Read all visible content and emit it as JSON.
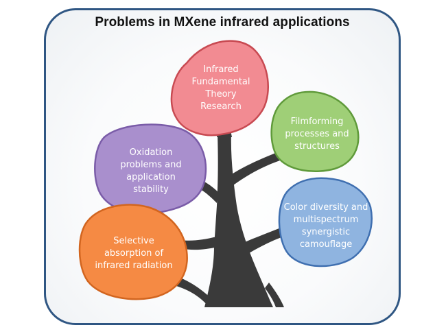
{
  "title": "Problems in MXene infrared applications",
  "leaves": [
    {
      "id": "infrared-theory",
      "text": "Infrared\nFundamental\nTheory\nResearch",
      "fill": "#f28b92",
      "stroke": "#c84a52"
    },
    {
      "id": "filmforming",
      "text": "Filmforming\nprocesses and\nstructures",
      "fill": "#9fcf77",
      "stroke": "#5f9a3a"
    },
    {
      "id": "oxidation",
      "text": "Oxidation\nproblems and\napplication\nstability",
      "fill": "#a98fcd",
      "stroke": "#7a5ca8"
    },
    {
      "id": "color-diversity",
      "text": "Color diversity and\nmultispectrum\nsynergistic\ncamouflage",
      "fill": "#8fb4e0",
      "stroke": "#3f6fb0"
    },
    {
      "id": "selective-absorption",
      "text": "Selective\nabsorption of\ninfrared radiation",
      "fill": "#f58a44",
      "stroke": "#d2651f"
    }
  ],
  "colors": {
    "frame": "#2f5683",
    "trunk": "#3a3a3a"
  }
}
